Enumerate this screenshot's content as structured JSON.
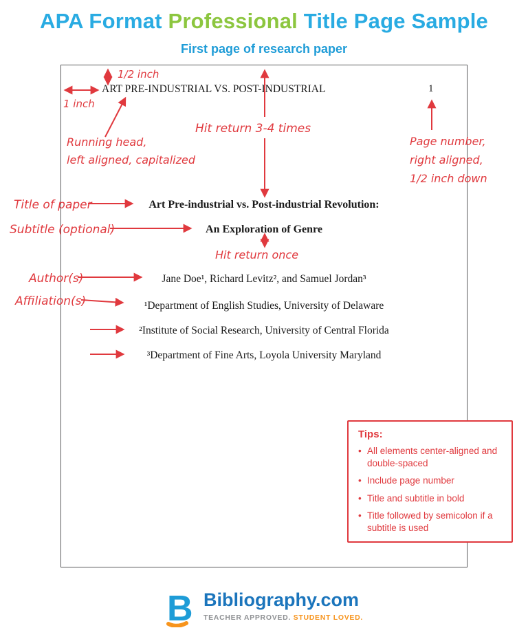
{
  "header": {
    "title_parts": [
      {
        "text": "APA Format ",
        "color": "#29ABE2"
      },
      {
        "text": "Professional",
        "color": "#8CC63F"
      },
      {
        "text": " Title Page Sample",
        "color": "#29ABE2"
      }
    ],
    "subtitle": "First page of research paper"
  },
  "document": {
    "running_head": "ART PRE-INDUSTRIAL VS. POST-INDUSTRIAL",
    "page_number": "1",
    "title": "Art Pre-industrial vs. Post-industrial Revolution:",
    "subtitle": "An Exploration of Genre",
    "authors": "Jane Doe¹, Richard Levitz², and Samuel Jordan³",
    "affiliations": [
      "¹Department of English Studies, University of Delaware",
      "²Institute of Social Research, University of Central Florida",
      "³Department of Fine Arts, Loyola University Maryland"
    ]
  },
  "annotations": {
    "half_inch": "1/2 inch",
    "one_inch": "1 inch",
    "running_head_note_line1": "Running head,",
    "running_head_note_line2": "left aligned, capitalized",
    "hit_return_3_4": "Hit return 3-4 times",
    "page_number_note_line1": "Page number,",
    "page_number_note_line2": "right aligned,",
    "page_number_note_line3": "1/2 inch down",
    "title_label": "Title of paper",
    "subtitle_label": "Subtitle (optional)",
    "hit_return_once": "Hit return once",
    "authors_label": "Author(s)",
    "affiliations_label": "Affiliation(s)"
  },
  "tips": {
    "heading": "Tips:",
    "items": [
      "All elements center-aligned and double-spaced",
      "Include page number",
      "Title and subtitle in bold",
      "Title followed by semicolon if a subtitle is used"
    ]
  },
  "footer": {
    "brand": "Bibliography.com",
    "tagline_part1": "TEACHER APPROVED.",
    "tagline_part2": "STUDENT LOVED."
  },
  "colors": {
    "blue": "#29ABE2",
    "green": "#8CC63F",
    "red": "#E0393E",
    "orange": "#F7941D",
    "brand_blue": "#1B75BC"
  }
}
